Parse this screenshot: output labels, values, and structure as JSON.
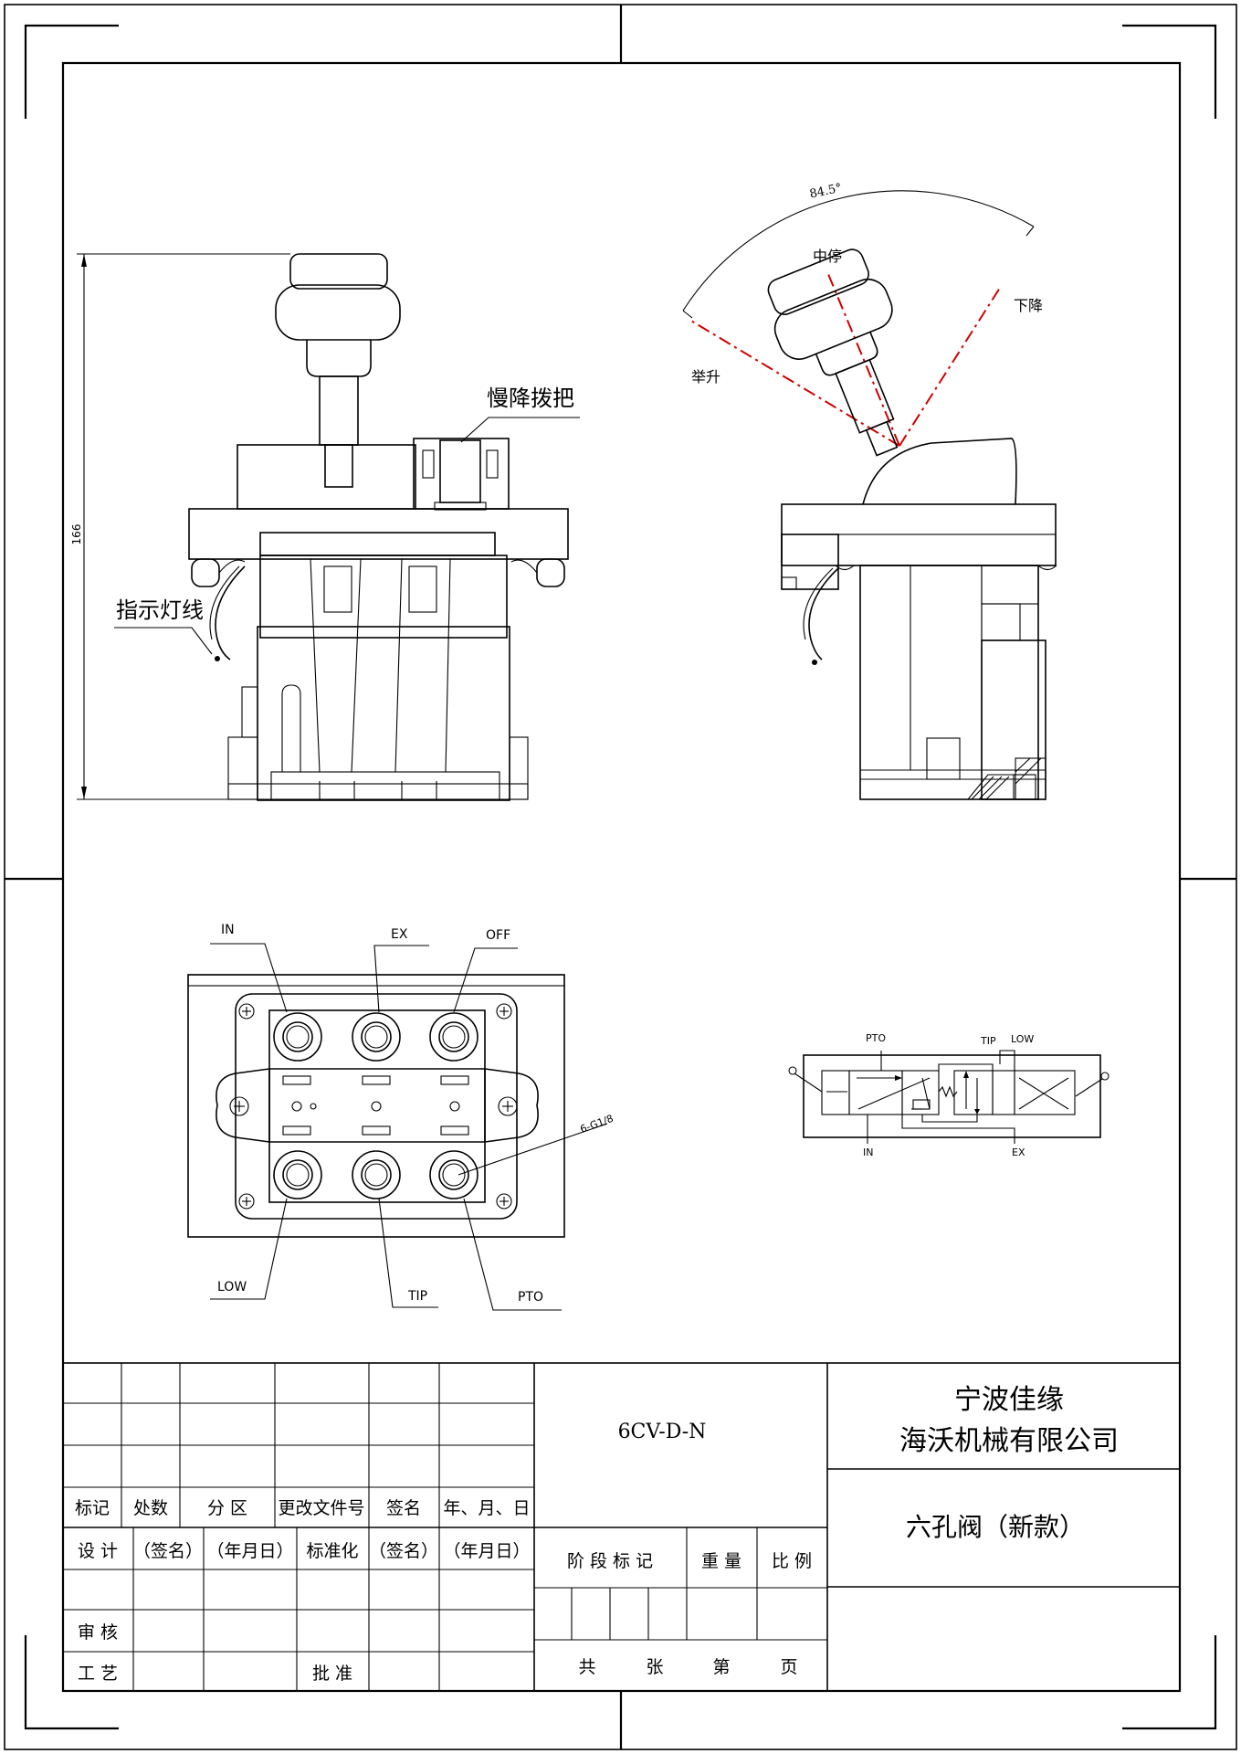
{
  "front_view": {
    "dimension": "166",
    "callout_slow_lever": "慢降拨把",
    "callout_indicator_wire": "指示灯线"
  },
  "side_view": {
    "angle": "84.5°",
    "pos_middle": "中停",
    "pos_lower": "下降",
    "pos_raise": "举升"
  },
  "bottom_view": {
    "port_in": "IN",
    "port_ex": "EX",
    "port_off": "OFF",
    "port_low": "LOW",
    "port_tip": "TIP",
    "port_pto": "PTO",
    "thread_spec": "6-G1/8"
  },
  "schematic": {
    "pto": "PTO",
    "tip": "TIP",
    "low": "LOW",
    "in": "IN",
    "ex": "EX"
  },
  "title_block": {
    "drawing_number": "6CV-D-N",
    "company_line1": "宁波佳缘",
    "company_line2": "海沃机械有限公司",
    "part_name": "六孔阀（新款）",
    "rev_headers": [
      "标记",
      "处数",
      "分 区",
      "更改文件号",
      "签名",
      "年、月、日"
    ],
    "design": "设 计",
    "sign1": "（签名）",
    "date1": "（年月日）",
    "standardize": "标准化",
    "sign2": "（签名）",
    "date2": "（年月日）",
    "review": "审 核",
    "process": "工 艺",
    "approve": "批 准",
    "stage_mark": "阶 段 标 记",
    "weight": "重 量",
    "scale": "比 例",
    "sheet_total": "共",
    "sheet_unit": "张",
    "sheet_no": "第",
    "page_unit": "页"
  }
}
